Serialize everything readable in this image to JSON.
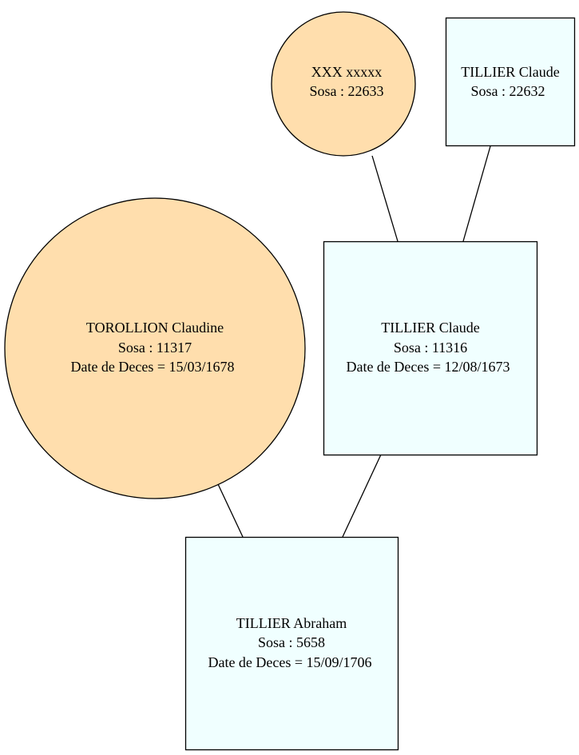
{
  "colors": {
    "female_fill": "#ffdead",
    "male_fill": "#f0ffff",
    "stroke": "#000000",
    "background": "#ffffff"
  },
  "persons": {
    "xxx": {
      "name": "XXX xxxxx",
      "sosa": "Sosa : 22633",
      "death": ""
    },
    "tillier_claude_22632": {
      "name": "TILLIER Claude",
      "sosa": "Sosa : 22632",
      "death": ""
    },
    "torollion_claudine": {
      "name": "TOROLLION Claudine",
      "sosa": "Sosa : 11317",
      "death": "Date de Deces = 15/03/1678"
    },
    "tillier_claude_11316": {
      "name": "TILLIER Claude",
      "sosa": "Sosa : 11316",
      "death": "Date de Deces = 12/08/1673"
    },
    "tillier_abraham": {
      "name": "TILLIER Abraham",
      "sosa": "Sosa : 5658",
      "death": "Date de Deces = 15/09/1706"
    }
  }
}
